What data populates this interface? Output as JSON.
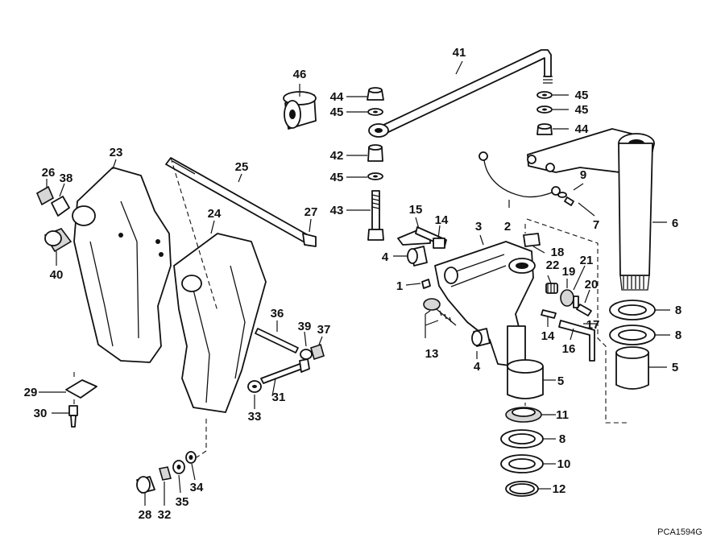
{
  "drawing_code": "PCA1594G",
  "callouts": [
    {
      "id": "1",
      "text": "1"
    },
    {
      "id": "2",
      "text": "2"
    },
    {
      "id": "3",
      "text": "3"
    },
    {
      "id": "4a",
      "text": "4"
    },
    {
      "id": "4b",
      "text": "4"
    },
    {
      "id": "5a",
      "text": "5"
    },
    {
      "id": "5b",
      "text": "5"
    },
    {
      "id": "6",
      "text": "6"
    },
    {
      "id": "7",
      "text": "7"
    },
    {
      "id": "8a",
      "text": "8"
    },
    {
      "id": "8b",
      "text": "8"
    },
    {
      "id": "8c",
      "text": "8"
    },
    {
      "id": "9",
      "text": "9"
    },
    {
      "id": "10",
      "text": "10"
    },
    {
      "id": "11",
      "text": "11"
    },
    {
      "id": "12",
      "text": "12"
    },
    {
      "id": "13",
      "text": "13"
    },
    {
      "id": "14a",
      "text": "14"
    },
    {
      "id": "14b",
      "text": "14"
    },
    {
      "id": "15",
      "text": "15"
    },
    {
      "id": "16",
      "text": "16"
    },
    {
      "id": "17",
      "text": "17"
    },
    {
      "id": "18",
      "text": "18"
    },
    {
      "id": "19",
      "text": "19"
    },
    {
      "id": "20",
      "text": "20"
    },
    {
      "id": "21",
      "text": "21"
    },
    {
      "id": "22",
      "text": "22"
    },
    {
      "id": "23",
      "text": "23"
    },
    {
      "id": "24",
      "text": "24"
    },
    {
      "id": "25",
      "text": "25"
    },
    {
      "id": "26",
      "text": "26"
    },
    {
      "id": "27",
      "text": "27"
    },
    {
      "id": "28",
      "text": "28"
    },
    {
      "id": "29",
      "text": "29"
    },
    {
      "id": "30",
      "text": "30"
    },
    {
      "id": "31",
      "text": "31"
    },
    {
      "id": "32",
      "text": "32"
    },
    {
      "id": "33",
      "text": "33"
    },
    {
      "id": "34",
      "text": "34"
    },
    {
      "id": "35",
      "text": "35"
    },
    {
      "id": "36",
      "text": "36"
    },
    {
      "id": "37",
      "text": "37"
    },
    {
      "id": "38",
      "text": "38"
    },
    {
      "id": "39",
      "text": "39"
    },
    {
      "id": "40",
      "text": "40"
    },
    {
      "id": "41",
      "text": "41"
    },
    {
      "id": "42",
      "text": "42"
    },
    {
      "id": "43",
      "text": "43"
    },
    {
      "id": "44a",
      "text": "44"
    },
    {
      "id": "44b",
      "text": "44"
    },
    {
      "id": "45a",
      "text": "45"
    },
    {
      "id": "45b",
      "text": "45"
    },
    {
      "id": "45c",
      "text": "45"
    },
    {
      "id": "45d",
      "text": "45"
    },
    {
      "id": "46",
      "text": "46"
    }
  ]
}
